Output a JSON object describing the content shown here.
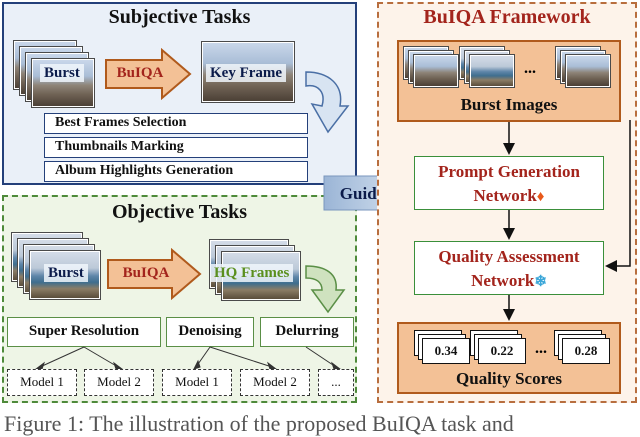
{
  "subjective": {
    "title": "Subjective Tasks",
    "burst_label": "Burst",
    "model_label": "BuIQA",
    "keyframe_label": "Key Frame",
    "tasks": [
      "Best Frames Selection",
      "Thumbnails Marking",
      "Album Highlights Generation"
    ]
  },
  "objective": {
    "title": "Objective Tasks",
    "burst_label": "Burst",
    "model_label": "BuIQA",
    "hq_label": "HQ Frames",
    "tasks": [
      "Super Resolution",
      "Denoising",
      "Delurring"
    ],
    "models": [
      "Model 1",
      "Model 2",
      "Model 1",
      "Model 2",
      "..."
    ]
  },
  "guide_label": "Guide",
  "framework": {
    "title": "BuIQA Framework",
    "burst_images_label": "Burst Images",
    "images_ellipsis": "...",
    "prompt_net_line1": "Prompt Generation",
    "prompt_net_line2": "Network",
    "qa_net_line1": "Quality Assessment",
    "qa_net_line2": "Network",
    "scores": [
      "0.34",
      "0.22",
      "0.28"
    ],
    "scores_ellipsis": "...",
    "scores_label": "Quality Scores",
    "fire_icon": "fire-icon",
    "snowflake_icon": "snowflake-icon"
  },
  "caption": "Figure 1: The illustration of the proposed BuIQA task and"
}
